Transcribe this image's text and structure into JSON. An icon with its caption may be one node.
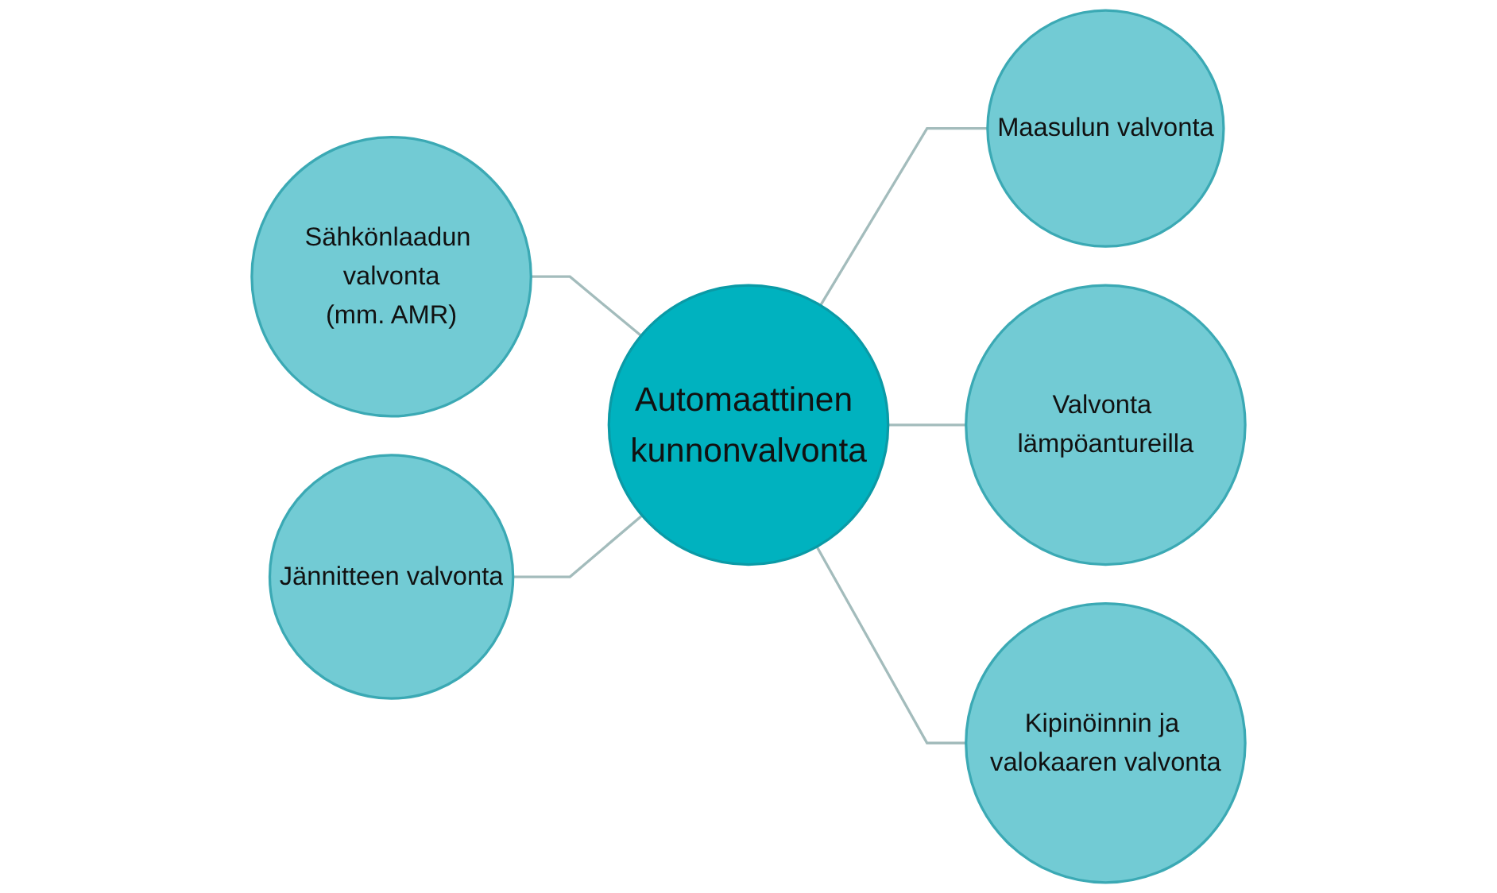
{
  "diagram": {
    "nodes": [
      {
        "text": [
          "Sähkönlaadun valvonta",
          "(mm. AMR)"
        ]
      },
      {
        "text": [
          "Maasulun valvonta"
        ]
      },
      {
        "text": [
          "Valvonta lämpöantureilla"
        ]
      },
      {
        "text": [
          "Automaattinen kunnonvalvonta"
        ]
      },
      {
        "text": [
          "Kipinöinnin ja valokaaren valvonta"
        ]
      },
      {
        "text": [
          "Jännitteen valvonta"
        ]
      }
    ],
    "edges": [
      {
        "from": 0,
        "to": 3,
        "arrow": "none"
      },
      {
        "from": 3,
        "to": 1,
        "arrow": "none"
      },
      {
        "from": 3,
        "to": 2,
        "arrow": "none"
      },
      {
        "from": 3,
        "to": 4,
        "arrow": "none"
      },
      {
        "from": 5,
        "to": 3,
        "arrow": "none"
      }
    ]
  }
}
